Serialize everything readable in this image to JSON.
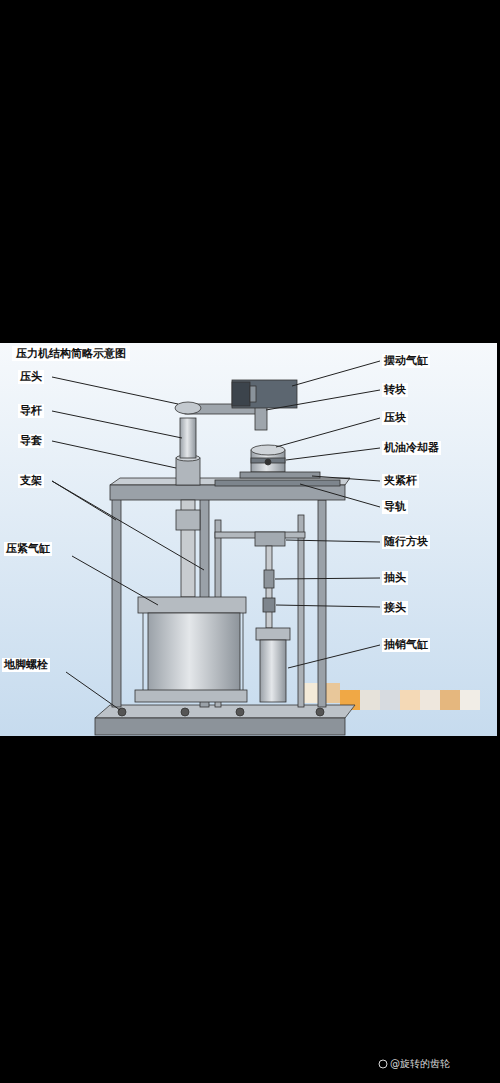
{
  "diagram": {
    "title": "压力机结构简略示意图",
    "labels": [
      "压头",
      "导杆",
      "导套",
      "支架",
      "压紧气缸",
      "地脚螺栓",
      "摆动气缸",
      "转块",
      "压块",
      "机油冷却器",
      "夹紧杆",
      "导轨",
      "随行方块",
      "抽头",
      "接头",
      "抽销气缸",
      "@旋转的齿轮"
    ]
  }
}
